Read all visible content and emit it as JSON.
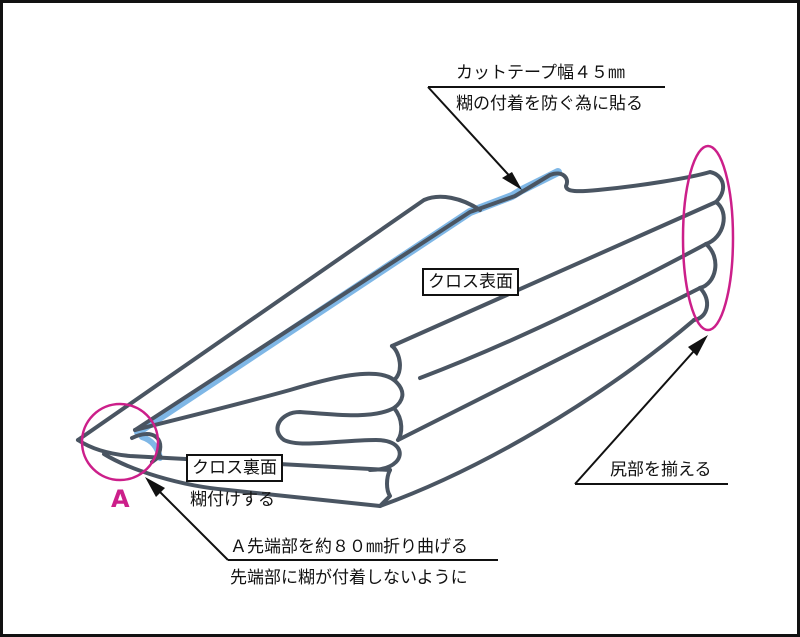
{
  "labels": {
    "tape_line1": "カットテープ幅４５㎜",
    "tape_line2": "糊の付着を防ぐ為に貼る",
    "cloth_front": "クロス表面",
    "cloth_back": "クロス裏面",
    "glue_note": "糊付けする",
    "align_note": "尻部を揃える",
    "fold_line1": "Ａ先端部を約８０㎜折り曲げる",
    "fold_line2": "先端部に糊が付着しないように"
  },
  "marker": {
    "letter": "A"
  },
  "colors": {
    "outline": "#4a5562",
    "tape": "#7fb7e6",
    "highlight": "#cc1f8a",
    "text": "#111111",
    "frame": "#111111"
  }
}
